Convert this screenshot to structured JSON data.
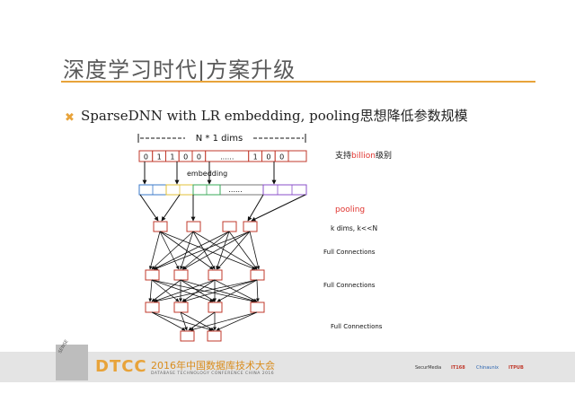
{
  "slide": {
    "title": "深度学习时代|方案升级",
    "bullet": "SparseDNN with LR embedding, pooling思想降低参数规模"
  },
  "diagram": {
    "dims_label": "N * 1 dims",
    "input_cells": [
      "0",
      "1",
      "1",
      "0",
      "0",
      "......",
      "1",
      "0",
      "0"
    ],
    "embedding_label": "embedding",
    "embedding_dots": "......",
    "support_label_pre": "支持",
    "support_label_highlight": "billion",
    "support_label_post": "级别",
    "pooling_label": "pooling",
    "kdims_label": "k dims, k<<N",
    "full_conn_1": "Full Connections",
    "full_conn_2": "Full Connections",
    "full_conn_3": "Full Connections"
  },
  "footer": {
    "logo": "DTCC",
    "conference_title": "2016年中国数据库技术大会",
    "conference_sub": "DATABASE TECHNOLOGY CONFERENCE CHINA 2016",
    "sponsors": [
      "SecurMedia",
      "IT168",
      "Chinaunix",
      "ITPUB"
    ],
    "side_logo_text": "SENSE"
  },
  "colors": {
    "accent": "#e8a33a",
    "box_stroke": "#c0392b",
    "pooling": "#e0342f"
  }
}
